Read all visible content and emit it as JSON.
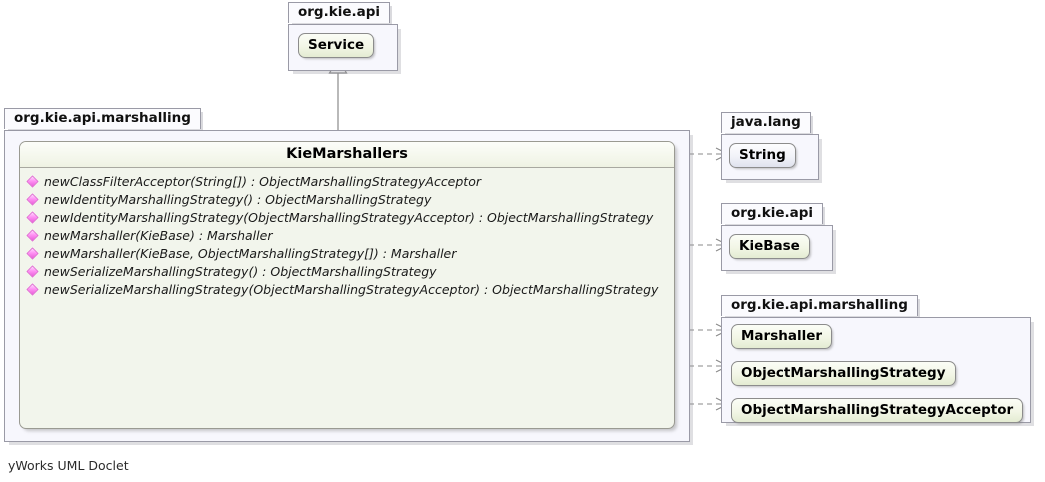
{
  "diagram": {
    "tool_footer": "yWorks UML Doclet",
    "colors": {
      "class_fill": "#f2f5ec",
      "package_fill": "#f7f7fd",
      "border": "#9a9aa6",
      "method_icon": "#ff92f4"
    }
  },
  "packages": {
    "top": {
      "name": "org.kie.api",
      "classes": [
        {
          "name": "Service",
          "kind": "interface"
        }
      ]
    },
    "main": {
      "name": "org.kie.api.marshalling",
      "classes": [
        {
          "name": "KieMarshallers",
          "kind": "interface"
        }
      ]
    },
    "java_lang": {
      "name": "java.lang",
      "classes": [
        {
          "name": "String",
          "kind": "class"
        }
      ]
    },
    "kie_api": {
      "name": "org.kie.api",
      "classes": [
        {
          "name": "KieBase",
          "kind": "interface"
        }
      ]
    },
    "kie_marshalling": {
      "name": "org.kie.api.marshalling",
      "classes": [
        {
          "name": "Marshaller",
          "kind": "interface"
        },
        {
          "name": "ObjectMarshallingStrategy",
          "kind": "interface"
        },
        {
          "name": "ObjectMarshallingStrategyAcceptor",
          "kind": "interface"
        }
      ]
    }
  },
  "main_class": {
    "title": "KieMarshallers",
    "members": [
      {
        "icon": "static-method-icon",
        "signature": "newClassFilterAcceptor(String[]) : ObjectMarshallingStrategyAcceptor"
      },
      {
        "icon": "static-method-icon",
        "signature": "newIdentityMarshallingStrategy() : ObjectMarshallingStrategy"
      },
      {
        "icon": "static-method-icon",
        "signature": "newIdentityMarshallingStrategy(ObjectMarshallingStrategyAcceptor) : ObjectMarshallingStrategy"
      },
      {
        "icon": "static-method-icon",
        "signature": "newMarshaller(KieBase) : Marshaller"
      },
      {
        "icon": "static-method-icon",
        "signature": "newMarshaller(KieBase, ObjectMarshallingStrategy[]) : Marshaller"
      },
      {
        "icon": "static-method-icon",
        "signature": "newSerializeMarshallingStrategy() : ObjectMarshallingStrategy"
      },
      {
        "icon": "static-method-icon",
        "signature": "newSerializeMarshallingStrategy(ObjectMarshallingStrategyAcceptor) : ObjectMarshallingStrategy"
      }
    ]
  },
  "relations": [
    {
      "from": "KieMarshallers",
      "to": "Service",
      "type": "generalization"
    },
    {
      "from": "KieMarshallers",
      "to": "String",
      "type": "dependency"
    },
    {
      "from": "KieMarshallers",
      "to": "KieBase",
      "type": "dependency"
    },
    {
      "from": "KieMarshallers",
      "to": "Marshaller",
      "type": "dependency"
    },
    {
      "from": "KieMarshallers",
      "to": "ObjectMarshallingStrategy",
      "type": "dependency"
    },
    {
      "from": "KieMarshallers",
      "to": "ObjectMarshallingStrategyAcceptor",
      "type": "dependency"
    }
  ]
}
